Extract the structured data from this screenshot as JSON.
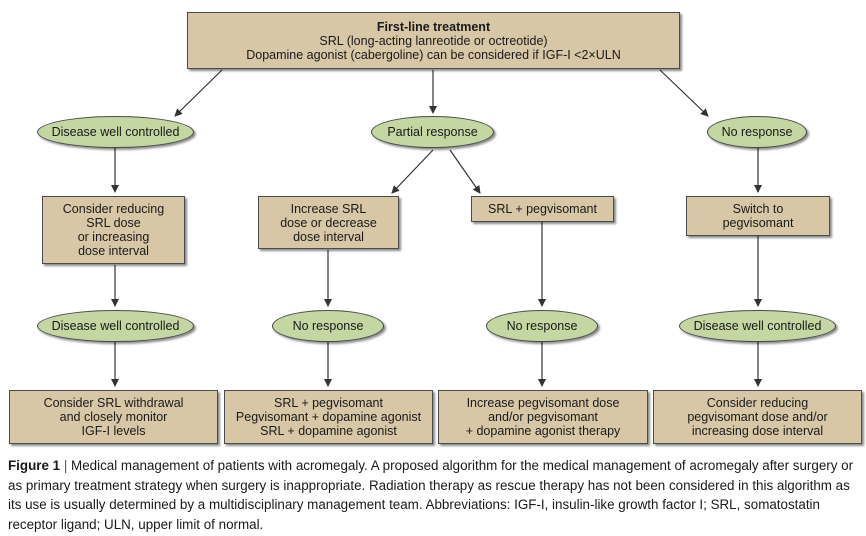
{
  "top_box": {
    "title": "First-line treatment",
    "line1": "SRL (long-acting lanreotide or octreotide)",
    "line2": "Dopamine agonist (cabergoline) can be considered if IGF-I <2×ULN"
  },
  "level1": {
    "left": "Disease well controlled",
    "middle": "Partial response",
    "right": "No response"
  },
  "level2": {
    "a": [
      "Consider reducing",
      "SRL dose",
      "or increasing",
      "dose interval"
    ],
    "b": [
      "Increase SRL",
      "dose or decrease",
      "dose interval"
    ],
    "c": [
      "SRL + pegvisomant"
    ],
    "d": [
      "Switch to",
      "pegvisomant"
    ]
  },
  "level3": {
    "a": "Disease well controlled",
    "b": "No response",
    "c": "No response",
    "d": "Disease well controlled"
  },
  "level4": {
    "a": [
      "Consider SRL withdrawal",
      "and closely monitor",
      "IGF-I levels"
    ],
    "b": [
      "SRL + pegvisomant",
      "Pegvisomant + dopamine agonist",
      "SRL + dopamine agonist"
    ],
    "c": [
      "Increase pegvisomant dose",
      "and/or pegvisomant",
      "+ dopamine agonist therapy"
    ],
    "d": [
      "Consider reducing",
      "pegvisomant dose and/or",
      "increasing dose interval"
    ]
  },
  "caption": {
    "label": "Figure 1",
    "separator": "|",
    "text": "Medical management of patients with acromegaly. A proposed algorithm for the medical management of acromegaly after surgery or as primary treatment strategy when surgery is inappropriate. Radiation therapy as rescue therapy has not been considered in this algorithm as its use is usually determined by a multidisciplinary management team. Abbreviations: IGF-I, insulin-like growth factor I; SRL, somatostatin receptor ligand; ULN, upper limit of normal."
  },
  "colors": {
    "box_fill": "#d8c7a6",
    "oval_fill": "#c4d6a2",
    "line": "#333333"
  }
}
